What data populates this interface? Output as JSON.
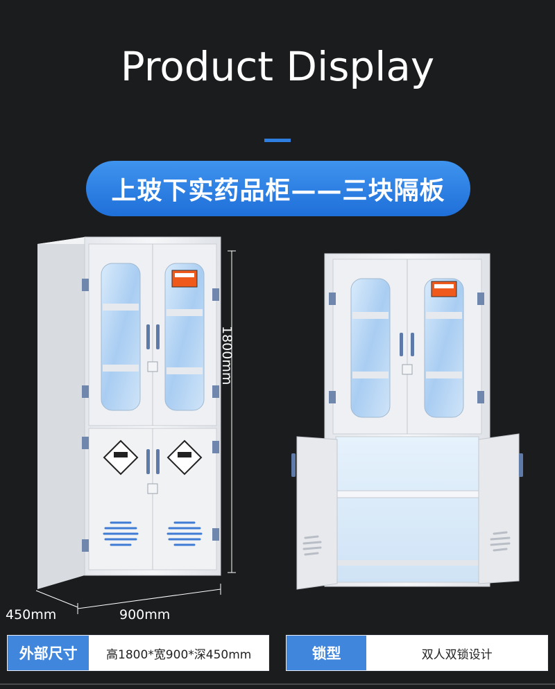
{
  "header": {
    "title": "Product Display",
    "banner": "上玻下实药品柜——三块隔板"
  },
  "dimensions": {
    "height": "1800mm",
    "width": "900mm",
    "depth": "450mm"
  },
  "specs": [
    {
      "label": "外部尺寸",
      "value": "高1800*宽900*深450mm"
    },
    {
      "label": "锁型",
      "value": "双人双锁设计"
    }
  ],
  "colors": {
    "background": "#1b1c1e",
    "accent": "#2d7ee0",
    "cabinet": "#eef0f3",
    "glass": "#bcd9f6",
    "hinge": "#6f86ad"
  }
}
